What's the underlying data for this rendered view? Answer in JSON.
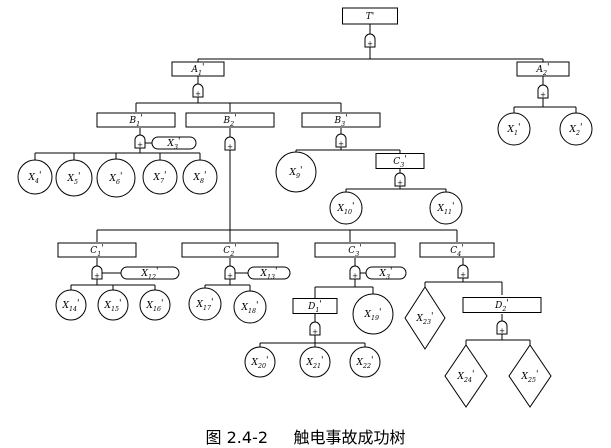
{
  "caption": "图 2.4-2     触电事故成功树",
  "nodes": {
    "T": "T'",
    "A1": "A1'",
    "A2": "A2'",
    "B1": "B1'",
    "B2": "B2'",
    "B3": "B3'",
    "C1": "C1'",
    "C2": "C2'",
    "C3a": "C3'",
    "C3b": "C3'",
    "C4": "C4'",
    "D1": "D1'",
    "D2": "D2'",
    "X1": "X1'",
    "X2": "X2'",
    "X3": "X3'",
    "X4": "X4'",
    "X5": "X5'",
    "X6": "X6'",
    "X7": "X7'",
    "X8": "X8'",
    "X9": "X9'",
    "X10": "X10'",
    "X11": "X11'",
    "X12": "X12'",
    "X13": "X13'",
    "X14": "X14'",
    "X15": "X15'",
    "X16": "X16'",
    "X17": "X17'",
    "X18": "X18'",
    "X19": "X19'",
    "X20": "X20'",
    "X21": "X21'",
    "X22": "X22'",
    "X23": "X23'",
    "X24": "X24'",
    "X25": "X25'",
    "X3b": "X3'"
  },
  "gate_symbol": "+"
}
